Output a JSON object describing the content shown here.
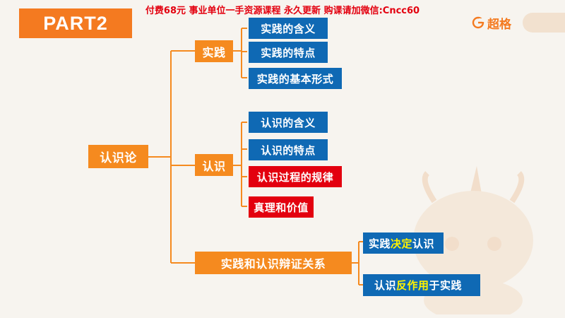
{
  "header": {
    "badge": "PART2",
    "banner": "付费68元 事业单位一手资源课程 永久更新 购课请加微信:Cncc60",
    "brand_name": "超格",
    "brand_icon": "brand-g-icon"
  },
  "root": {
    "label": "认识论"
  },
  "branch_practice": {
    "label": "实践",
    "items": [
      "实践的含义",
      "实践的特点",
      "实践的基本形式"
    ]
  },
  "branch_cognition": {
    "label": "认识",
    "items": [
      "认识的含义",
      "认识的特点",
      "认识过程的规律",
      "真理和价值"
    ]
  },
  "branch_relation": {
    "label": "实践和认识辩证关系",
    "item1": {
      "pre": "实践",
      "highlight": "决定",
      "post": "认识"
    },
    "item2": {
      "pre": "认识",
      "highlight": "反作用",
      "post": "于实践"
    }
  },
  "colors": {
    "orange": "#f58a1f",
    "blue": "#0f69b4",
    "red": "#e3000f",
    "highlight": "#fff200",
    "background": "#f7f4ef"
  }
}
